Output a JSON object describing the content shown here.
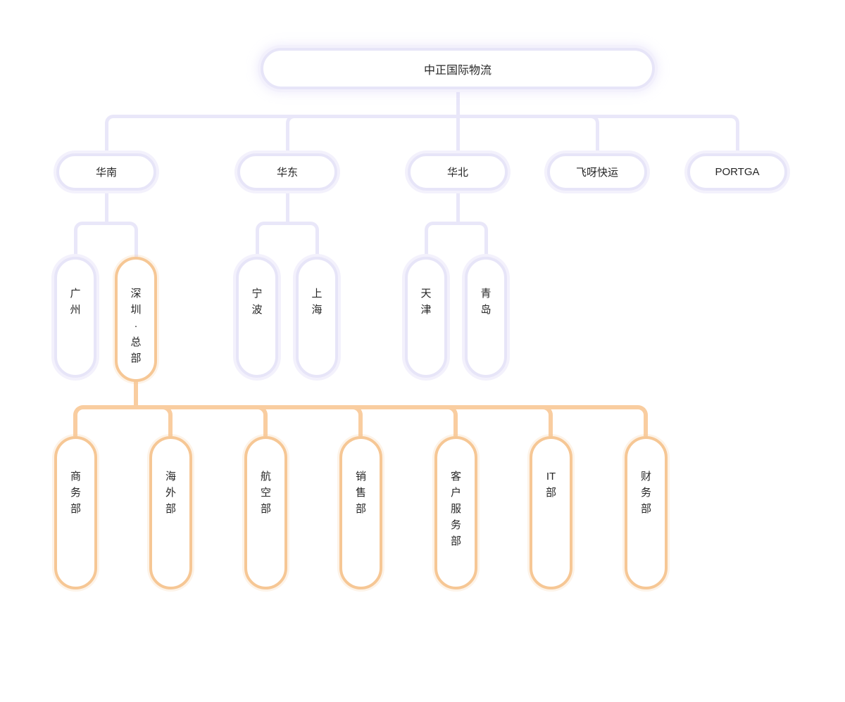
{
  "theme": {
    "background": "#ffffff",
    "text_color": "#262626",
    "normal_border": "#e7e5f8",
    "normal_halo": "#f3f1fc",
    "normal_line": "#e9e7f9",
    "highlight_border": "#f6c795",
    "highlight_line": "#f9cda0"
  },
  "org_chart": {
    "root": {
      "label": "中正国际物流"
    },
    "regions": [
      {
        "label": "华南",
        "children": [
          {
            "label": "广州",
            "highlighted": false
          },
          {
            "label": "深圳·总部",
            "highlighted": true
          }
        ]
      },
      {
        "label": "华东",
        "children": [
          {
            "label": "宁波",
            "highlighted": false
          },
          {
            "label": "上海",
            "highlighted": false
          }
        ]
      },
      {
        "label": "华北",
        "children": [
          {
            "label": "天津",
            "highlighted": false
          },
          {
            "label": "青岛",
            "highlighted": false
          }
        ]
      },
      {
        "label": "飞呀快运",
        "children": []
      },
      {
        "label": "PORTGA",
        "children": []
      }
    ],
    "hq_departments": [
      {
        "label": "商务部"
      },
      {
        "label": "海外部"
      },
      {
        "label": "航空部"
      },
      {
        "label": "销售部"
      },
      {
        "label": "客户服务部"
      },
      {
        "label": "IT部"
      },
      {
        "label": "财务部"
      }
    ]
  }
}
